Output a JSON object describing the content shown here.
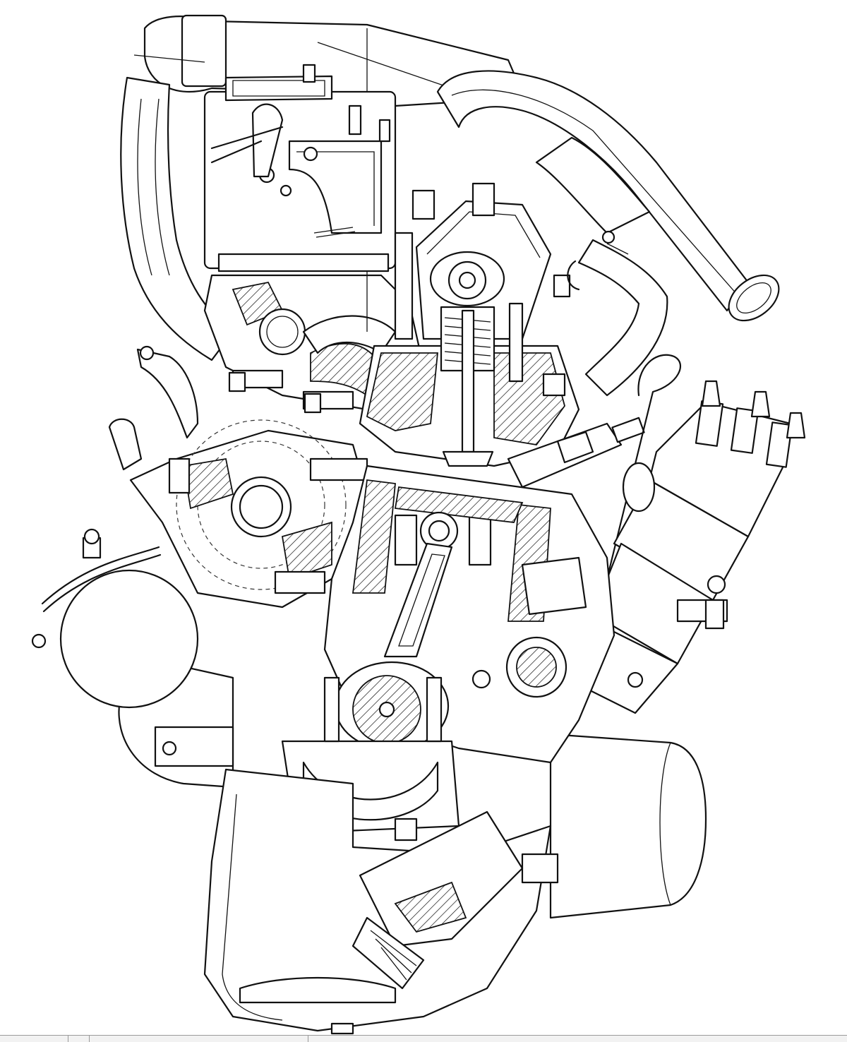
{
  "figure": {
    "subject": "",
    "line_color": "#111111",
    "background": "#ffffff"
  },
  "parts": [
    {
      "id": "air-cleaner",
      "name": "air-cleaner-icon"
    },
    {
      "id": "carburetor",
      "name": "carburetor-icon"
    },
    {
      "id": "intake-manifold",
      "name": "intake-manifold-icon"
    },
    {
      "id": "exhaust-downpipe",
      "name": "exhaust-pipe-icon"
    },
    {
      "id": "camshaft",
      "name": "camshaft-icon"
    },
    {
      "id": "valve-spring",
      "name": "valve-spring-icon"
    },
    {
      "id": "cylinder-head",
      "name": "cylinder-head-icon"
    },
    {
      "id": "spark-plug",
      "name": "spark-plug-icon"
    },
    {
      "id": "distributor",
      "name": "distributor-icon"
    },
    {
      "id": "piston",
      "name": "piston-icon"
    },
    {
      "id": "connecting-rod",
      "name": "connecting-rod-icon"
    },
    {
      "id": "crankshaft",
      "name": "crankshaft-icon"
    },
    {
      "id": "water-pump",
      "name": "water-pump-icon"
    },
    {
      "id": "alternator",
      "name": "alternator-icon"
    },
    {
      "id": "oil-filter",
      "name": "oil-filter-icon"
    },
    {
      "id": "oil-pump",
      "name": "oil-pump-icon"
    },
    {
      "id": "oil-pan",
      "name": "oil-pan-icon"
    }
  ]
}
